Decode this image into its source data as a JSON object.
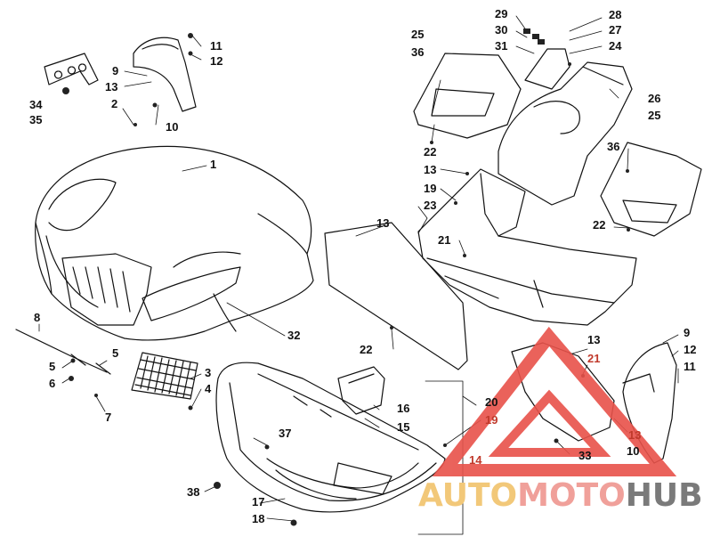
{
  "callouts": [
    {
      "id": "c1",
      "text": "1"
    },
    {
      "id": "c2",
      "text": "2"
    },
    {
      "id": "c3",
      "text": "3"
    },
    {
      "id": "c4",
      "text": "4"
    },
    {
      "id": "c5a",
      "text": "5"
    },
    {
      "id": "c5b",
      "text": "5"
    },
    {
      "id": "c6",
      "text": "6"
    },
    {
      "id": "c7",
      "text": "7"
    },
    {
      "id": "c8",
      "text": "8"
    },
    {
      "id": "c9a",
      "text": "9"
    },
    {
      "id": "c9b",
      "text": "9"
    },
    {
      "id": "c10a",
      "text": "10"
    },
    {
      "id": "c10b",
      "text": "10"
    },
    {
      "id": "c11a",
      "text": "11"
    },
    {
      "id": "c11b",
      "text": "11"
    },
    {
      "id": "c12a",
      "text": "12"
    },
    {
      "id": "c12b",
      "text": "12"
    },
    {
      "id": "c13a",
      "text": "13"
    },
    {
      "id": "c13b",
      "text": "13"
    },
    {
      "id": "c13c",
      "text": "13"
    },
    {
      "id": "c13d",
      "text": "13"
    },
    {
      "id": "c13e",
      "text": "13"
    },
    {
      "id": "c14",
      "text": "14"
    },
    {
      "id": "c15",
      "text": "15"
    },
    {
      "id": "c16",
      "text": "16"
    },
    {
      "id": "c17",
      "text": "17"
    },
    {
      "id": "c18",
      "text": "18"
    },
    {
      "id": "c19a",
      "text": "19"
    },
    {
      "id": "c19b",
      "text": "19"
    },
    {
      "id": "c20",
      "text": "20"
    },
    {
      "id": "c21a",
      "text": "21"
    },
    {
      "id": "c21b",
      "text": "21"
    },
    {
      "id": "c22a",
      "text": "22"
    },
    {
      "id": "c22b",
      "text": "22"
    },
    {
      "id": "c22c",
      "text": "22"
    },
    {
      "id": "c23",
      "text": "23"
    },
    {
      "id": "c24",
      "text": "24"
    },
    {
      "id": "c25a",
      "text": "25"
    },
    {
      "id": "c25b",
      "text": "25"
    },
    {
      "id": "c26",
      "text": "26"
    },
    {
      "id": "c27",
      "text": "27"
    },
    {
      "id": "c28",
      "text": "28"
    },
    {
      "id": "c29",
      "text": "29"
    },
    {
      "id": "c30",
      "text": "30"
    },
    {
      "id": "c31",
      "text": "31"
    },
    {
      "id": "c32",
      "text": "32"
    },
    {
      "id": "c33",
      "text": "33"
    },
    {
      "id": "c34",
      "text": "34"
    },
    {
      "id": "c35",
      "text": "35"
    },
    {
      "id": "c36a",
      "text": "36"
    },
    {
      "id": "c36b",
      "text": "36"
    },
    {
      "id": "c37",
      "text": "37"
    },
    {
      "id": "c38",
      "text": "38"
    }
  ],
  "watermark": {
    "part1": "AUTO",
    "part2": "MOTO",
    "part3": "HUB",
    "colors": {
      "auto": "#f2c879",
      "moto": "#f0a09a",
      "hub": "#7a7a7a",
      "triangle": "#e8524a"
    }
  }
}
